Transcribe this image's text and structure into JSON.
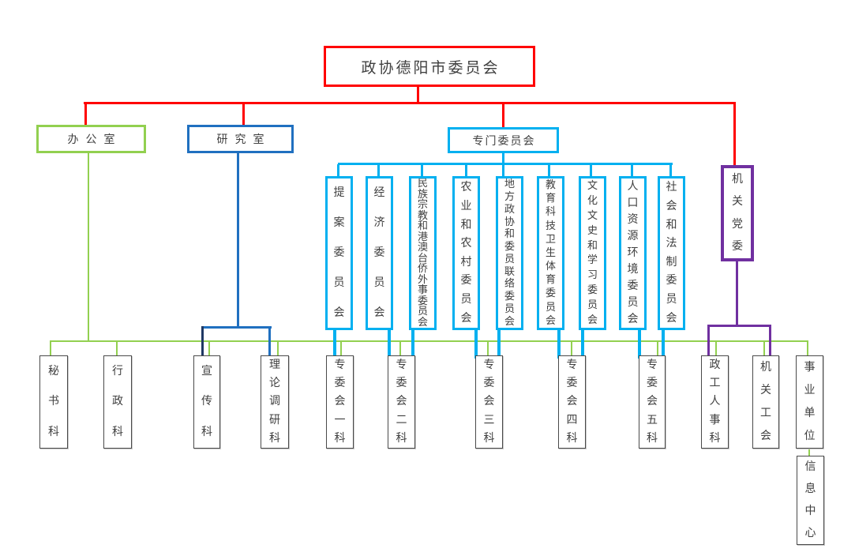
{
  "root": {
    "name": "政协德阳市委员会"
  },
  "level2": {
    "office": {
      "name": "办公室"
    },
    "research": {
      "name": "研究室"
    },
    "special_committees": {
      "name": "专门委员会"
    },
    "party_committee": {
      "name": "机关党委"
    }
  },
  "committees": [
    {
      "name": "提案委员会"
    },
    {
      "name": "经济委员会"
    },
    {
      "name": "民族宗教和港澳台侨外事委员会"
    },
    {
      "name": "农业和农村委员会"
    },
    {
      "name": "地方政协和委员联络委员会"
    },
    {
      "name": "教育科技卫生体育委员会"
    },
    {
      "name": "文化文史和学习委员会"
    },
    {
      "name": "人口资源环境委员会"
    },
    {
      "name": "社会和法制委员会"
    }
  ],
  "departments": [
    {
      "name": "秘书科"
    },
    {
      "name": "行政科"
    },
    {
      "name": "宣传科"
    },
    {
      "name": "理论调研科"
    },
    {
      "name": "专委会一科"
    },
    {
      "name": "专委会二科"
    },
    {
      "name": "专委会三科"
    },
    {
      "name": "专委会四科"
    },
    {
      "name": "专委会五科"
    },
    {
      "name": "政工人事科"
    },
    {
      "name": "机关工会"
    },
    {
      "name": "事业单位"
    }
  ],
  "info_center": {
    "name": "信息中心"
  },
  "colors": {
    "root_border": "#FF0000",
    "office_branch": "#92D050",
    "research_branch": "#2070C0",
    "research_branch_dark": "#1F3864",
    "special_branch": "#00B0F0",
    "party_branch": "#7030A0",
    "department_border": "#4A4A4A",
    "text": "#3F3F3F"
  }
}
